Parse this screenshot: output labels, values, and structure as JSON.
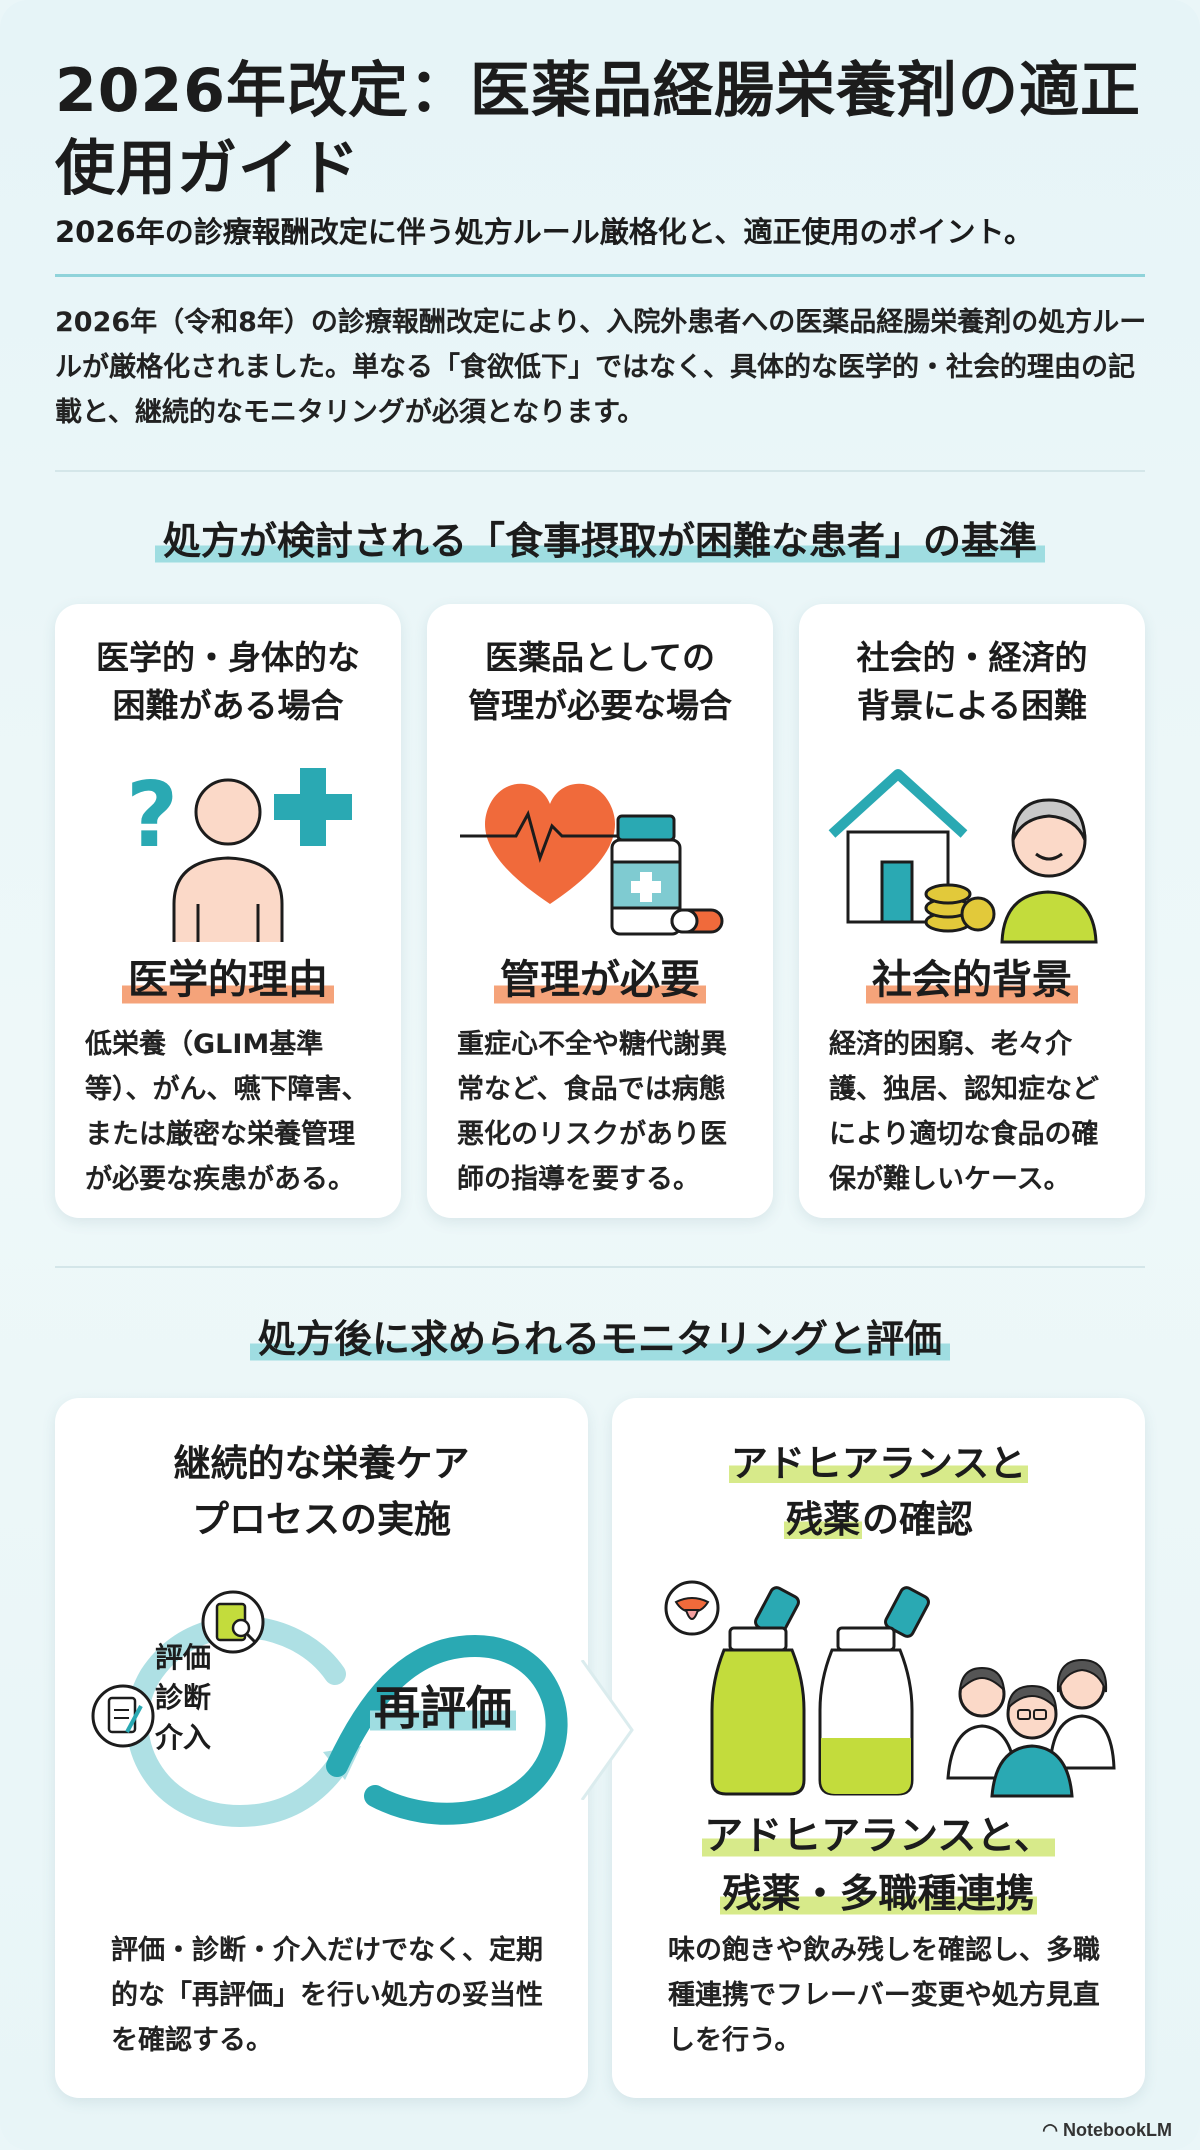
{
  "title": "2026年改定：医薬品経腸栄養剤の適正使用ガイド",
  "subtitle": "2026年の診療報酬改定に伴う処方ルール厳格化と、適正使用のポイント。",
  "intro": "2026年（令和8年）の診療報酬改定により、入院外患者への医薬品経腸栄養剤の処方ルールが厳格化されました。単なる「食欲低下」ではなく、具体的な医学的・社会的理由の記載と、継続的なモニタリングが必須となります。",
  "section1": {
    "heading": "処方が検討される「食事摂取が困難な患者」の基準",
    "cards": [
      {
        "head_line1": "医学的・身体的な",
        "head_line2": "困難がある場合",
        "icon": "patient-question-plus-icon",
        "tag": "医学的理由",
        "body": "低栄養（GLIM基準等）、がん、嚥下障害、または厳密な栄養管理が必要な疾患がある。"
      },
      {
        "head_line1": "医薬品としての",
        "head_line2": "管理が必要な場合",
        "icon": "heart-medicine-bottle-icon",
        "tag": "管理が必要",
        "body": "重症心不全や糖代謝異常など、食品では病態悪化のリスクがあり医師の指導を要する。"
      },
      {
        "head_line1": "社会的・経済的",
        "head_line2": "背景による困難",
        "icon": "house-coins-elderly-icon",
        "tag": "社会的背景",
        "body": "経済的困窮、老々介護、独居、認知症などにより適切な食品の確保が難しいケース。"
      }
    ]
  },
  "section2": {
    "heading": "処方後に求められるモニタリングと評価",
    "left": {
      "head_line1": "継続的な栄養ケア",
      "head_line2": "プロセスの実施",
      "cycle_line1": "評価",
      "cycle_line2": "診断",
      "cycle_line3": "介入",
      "reeval": "再評価",
      "body": "評価・診断・介入だけでなく、定期的な「再評価」を行い処方の妥当性を確認する。"
    },
    "right": {
      "head_line1": "アドヒアランスと",
      "head_line2a": "残薬",
      "head_line2b": "の確認",
      "tag_line1": "アドヒアランスと、",
      "tag_line2": "残薬・多職種連携",
      "body": "味の飽きや飲み残しを確認し、多職種連携でフレーバー変更や処方見直しを行う。"
    }
  },
  "footer": "NotebookLM",
  "colors": {
    "teal": "#2aa9b3",
    "orange": "#f06a3b",
    "lime": "#c3dc3c",
    "highlight_teal": "#9fdde1",
    "highlight_orange": "#f5a37a"
  }
}
